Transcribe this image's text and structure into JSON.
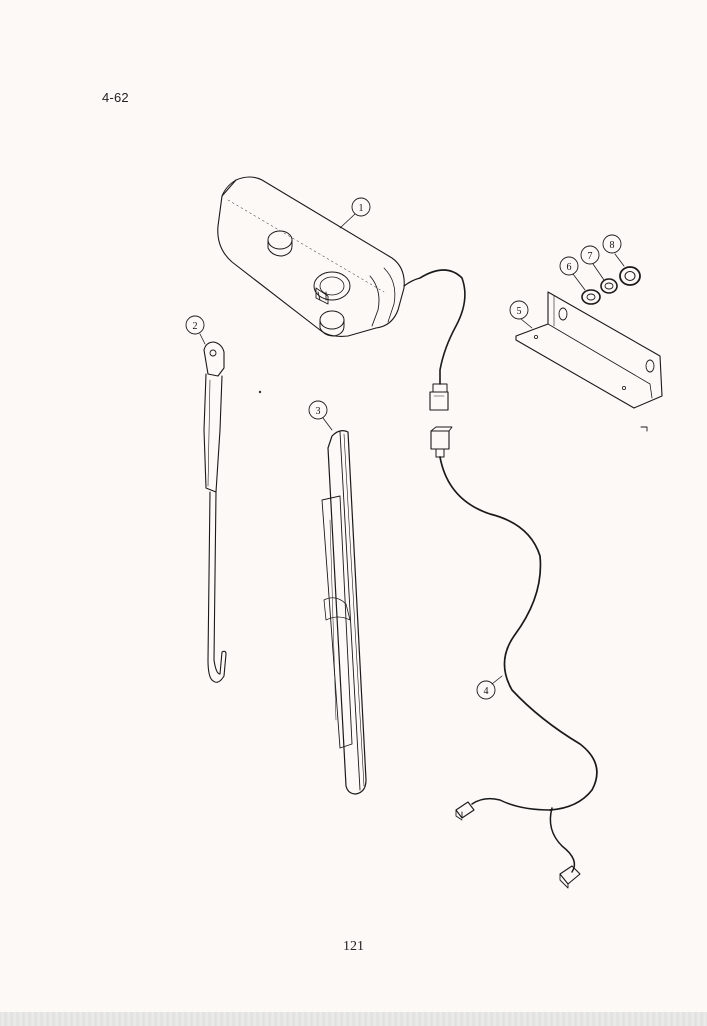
{
  "page": {
    "reference": "4-62",
    "number": "121"
  },
  "callouts": [
    {
      "id": "1",
      "label": "1"
    },
    {
      "id": "2",
      "label": "2"
    },
    {
      "id": "3",
      "label": "3"
    },
    {
      "id": "4",
      "label": "4"
    },
    {
      "id": "5",
      "label": "5"
    },
    {
      "id": "6",
      "label": "6"
    },
    {
      "id": "7",
      "label": "7"
    },
    {
      "id": "8",
      "label": "8"
    }
  ],
  "colors": {
    "ink": "#1a1a1a",
    "paper": "#fcf9f7"
  }
}
